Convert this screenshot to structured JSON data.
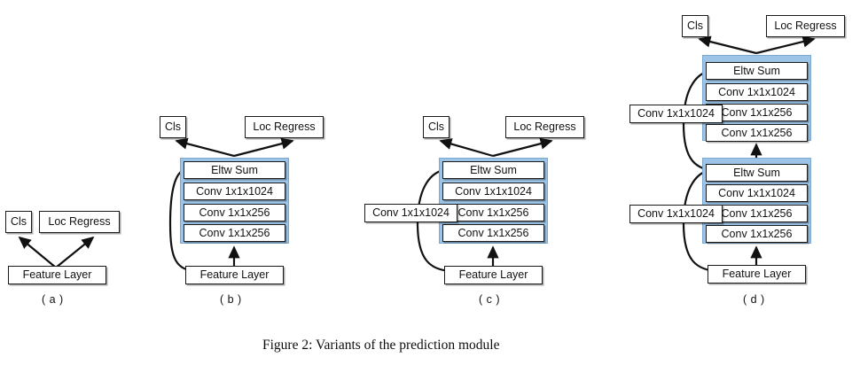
{
  "figure": {
    "caption": "Figure 2: Variants of the prediction module",
    "background_color": "#ffffff",
    "block_color": "#9dc3e6",
    "box_border_color": "#1a1a1a"
  },
  "labels": {
    "cls": "Cls",
    "loc_regress": "Loc Regress",
    "feature_layer": "Feature Layer",
    "eltw_sum": "Eltw Sum",
    "conv_1024": "Conv 1x1x1024",
    "conv_256": "Conv 1x1x256"
  },
  "panels": [
    {
      "id": "a",
      "tag": "( a )",
      "nodes": {
        "cls": "Cls",
        "loc_regress": "Loc Regress",
        "feature_layer": "Feature Layer"
      }
    },
    {
      "id": "b",
      "tag": "( b )",
      "nodes": {
        "cls": "Cls",
        "loc_regress": "Loc Regress",
        "feature_layer": "Feature Layer"
      },
      "block_layers": [
        "Eltw Sum",
        "Conv 1x1x1024",
        "Conv 1x1x256",
        "Conv 1x1x256"
      ],
      "skip_connection": "identity"
    },
    {
      "id": "c",
      "tag": "( c )",
      "nodes": {
        "cls": "Cls",
        "loc_regress": "Loc Regress",
        "feature_layer": "Feature Layer"
      },
      "block_layers": [
        "Eltw Sum",
        "Conv 1x1x1024",
        "Conv 1x1x256",
        "Conv 1x1x256"
      ],
      "skip_connection": "Conv 1x1x1024"
    },
    {
      "id": "d",
      "tag": "( d )",
      "nodes": {
        "cls": "Cls",
        "loc_regress": "Loc Regress",
        "feature_layer": "Feature Layer"
      },
      "blocks": [
        {
          "name": "upper-block",
          "block_layers": [
            "Eltw Sum",
            "Conv 1x1x1024",
            "Conv 1x1x256",
            "Conv 1x1x256"
          ],
          "skip_connection": "Conv 1x1x1024"
        },
        {
          "name": "lower-block",
          "block_layers": [
            "Eltw Sum",
            "Conv 1x1x1024",
            "Conv 1x1x256",
            "Conv 1x1x256"
          ],
          "skip_connection": "Conv 1x1x1024"
        }
      ]
    }
  ]
}
